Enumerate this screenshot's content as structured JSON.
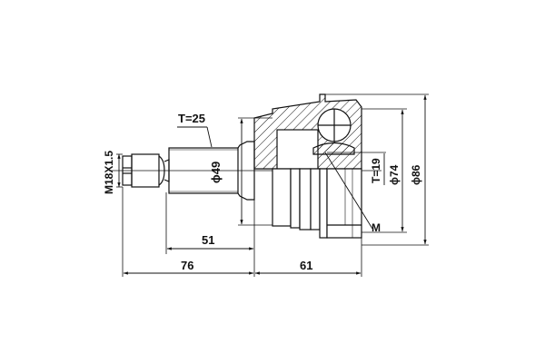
{
  "drawing": {
    "title": "CV joint technical drawing",
    "line_color": "#111111",
    "background": "#ffffff"
  },
  "dimensions": {
    "thread": "M18X1.5",
    "spline_teeth": "T=25",
    "shaft_diameter": "ϕ49",
    "inner_teeth": "T=19",
    "bell_inner_diameter": "ϕ74",
    "bell_outer_diameter": "ϕ86",
    "abs_marker": "M",
    "shaft_length_inner": "51",
    "shaft_length_total": "76",
    "bell_length": "61"
  }
}
